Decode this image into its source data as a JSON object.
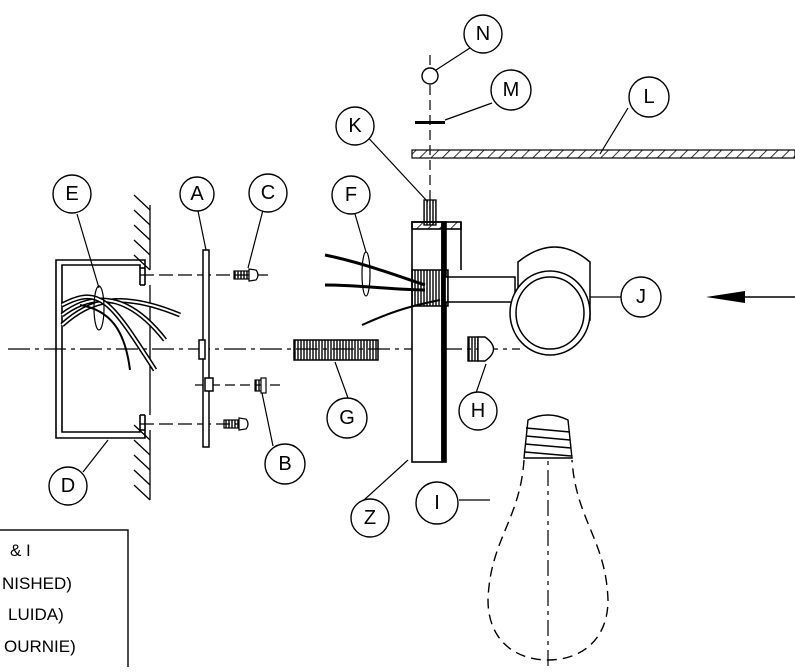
{
  "diagram": {
    "callouts": [
      {
        "id": "A",
        "label": "A"
      },
      {
        "id": "B",
        "label": "B"
      },
      {
        "id": "C",
        "label": "C"
      },
      {
        "id": "D",
        "label": "D"
      },
      {
        "id": "E",
        "label": "E"
      },
      {
        "id": "F",
        "label": "F"
      },
      {
        "id": "G",
        "label": "G"
      },
      {
        "id": "H",
        "label": "H"
      },
      {
        "id": "I",
        "label": "I"
      },
      {
        "id": "J",
        "label": "J"
      },
      {
        "id": "K",
        "label": "K"
      },
      {
        "id": "L",
        "label": "L"
      },
      {
        "id": "M",
        "label": "M"
      },
      {
        "id": "N",
        "label": "N"
      },
      {
        "id": "Z",
        "label": "Z"
      }
    ],
    "note_box": {
      "lines": [
        "& I",
        "NISHED)",
        "LUIDA)",
        "OURNIE)"
      ]
    }
  }
}
